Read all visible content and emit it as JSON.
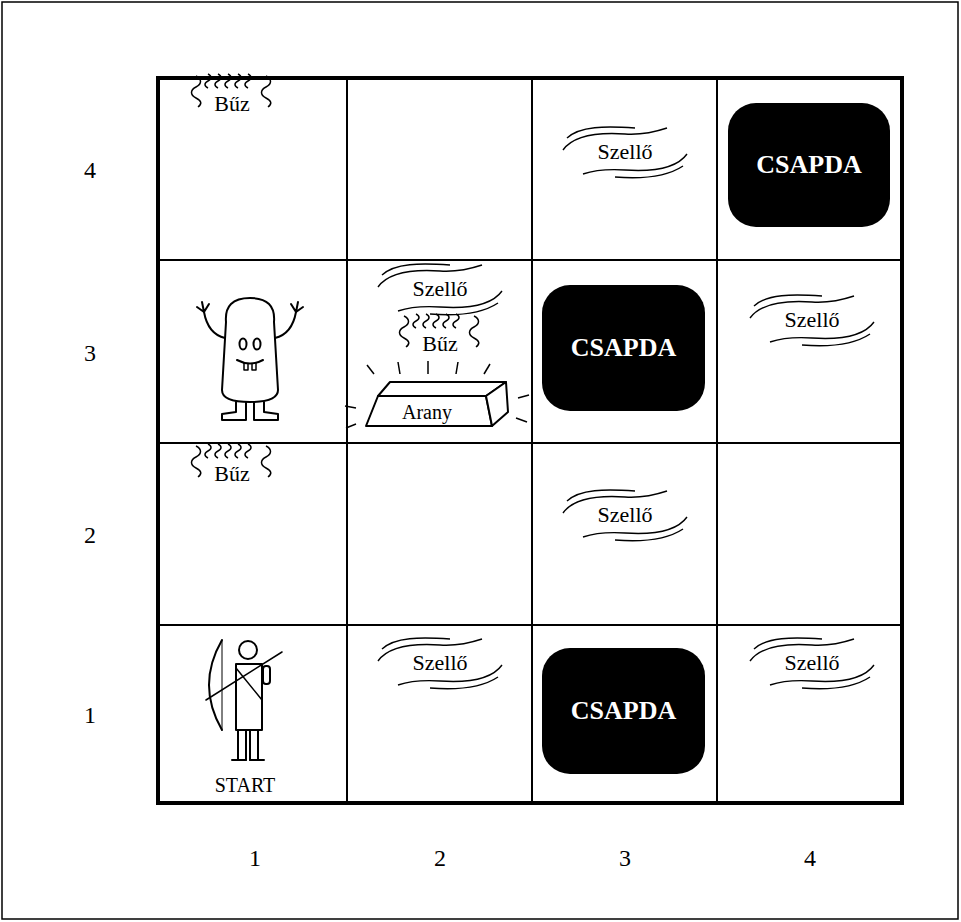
{
  "diagram": {
    "nodes": [
      {
        "text": [
          "CSAPDA"
        ]
      },
      {
        "text": [
          "Arany"
        ]
      },
      {
        "text": [
          "CSAPDA"
        ]
      },
      {
        "text": [
          "CSAPDA"
        ]
      }
    ],
    "labels": [
      "4",
      "Bűz",
      "Szellő",
      "3",
      "Szellő",
      "Bűz",
      "Szellő",
      "2",
      "Bűz",
      "Szellő",
      "1",
      "START",
      "Szellő",
      "Szellő",
      "1",
      "2",
      "3",
      "4"
    ]
  }
}
